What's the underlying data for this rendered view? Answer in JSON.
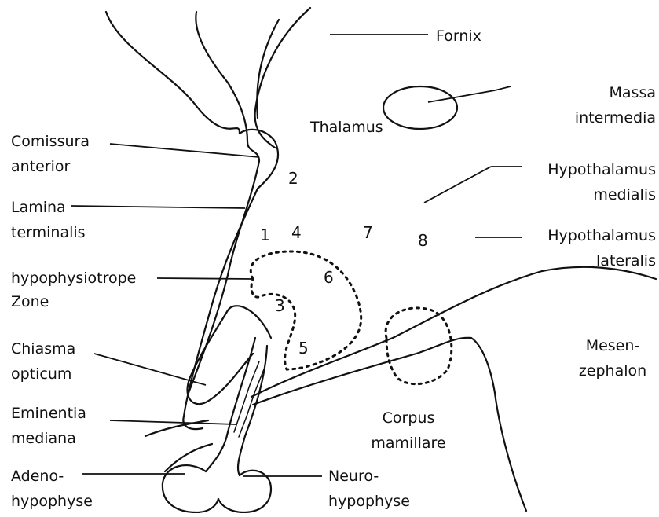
{
  "labels": {
    "fornix": "Fornix",
    "massa_intermedia": [
      "Massa",
      "intermedia"
    ],
    "thalamus": "Thalamus",
    "comissura_anterior": [
      "Comissura",
      "anterior"
    ],
    "lamina_terminalis": [
      "Lamina",
      "terminalis"
    ],
    "hypothalamus_medialis": [
      "Hypothalamus",
      "medialis"
    ],
    "hypothalamus_lateralis": [
      "Hypothalamus",
      "lateralis"
    ],
    "hypophysiotrope_zone": [
      "hypophysiotrope",
      "Zone"
    ],
    "chiasma_opticum": [
      "Chiasma",
      "opticum"
    ],
    "mesenzephalon": [
      "Mesen-",
      "zephalon"
    ],
    "eminentia_mediana": [
      "Eminentia",
      "mediana"
    ],
    "corpus_mamillare": [
      "Corpus",
      "mamillare"
    ],
    "adenohypophyse": [
      "Adeno-",
      "hypophyse"
    ],
    "neurohypophyse": [
      "Neuro-",
      "hypophyse"
    ]
  },
  "nuclei": [
    "1",
    "2",
    "3",
    "4",
    "5",
    "6",
    "7",
    "8"
  ],
  "colors": {
    "ink": "#111111",
    "background": "#ffffff"
  }
}
